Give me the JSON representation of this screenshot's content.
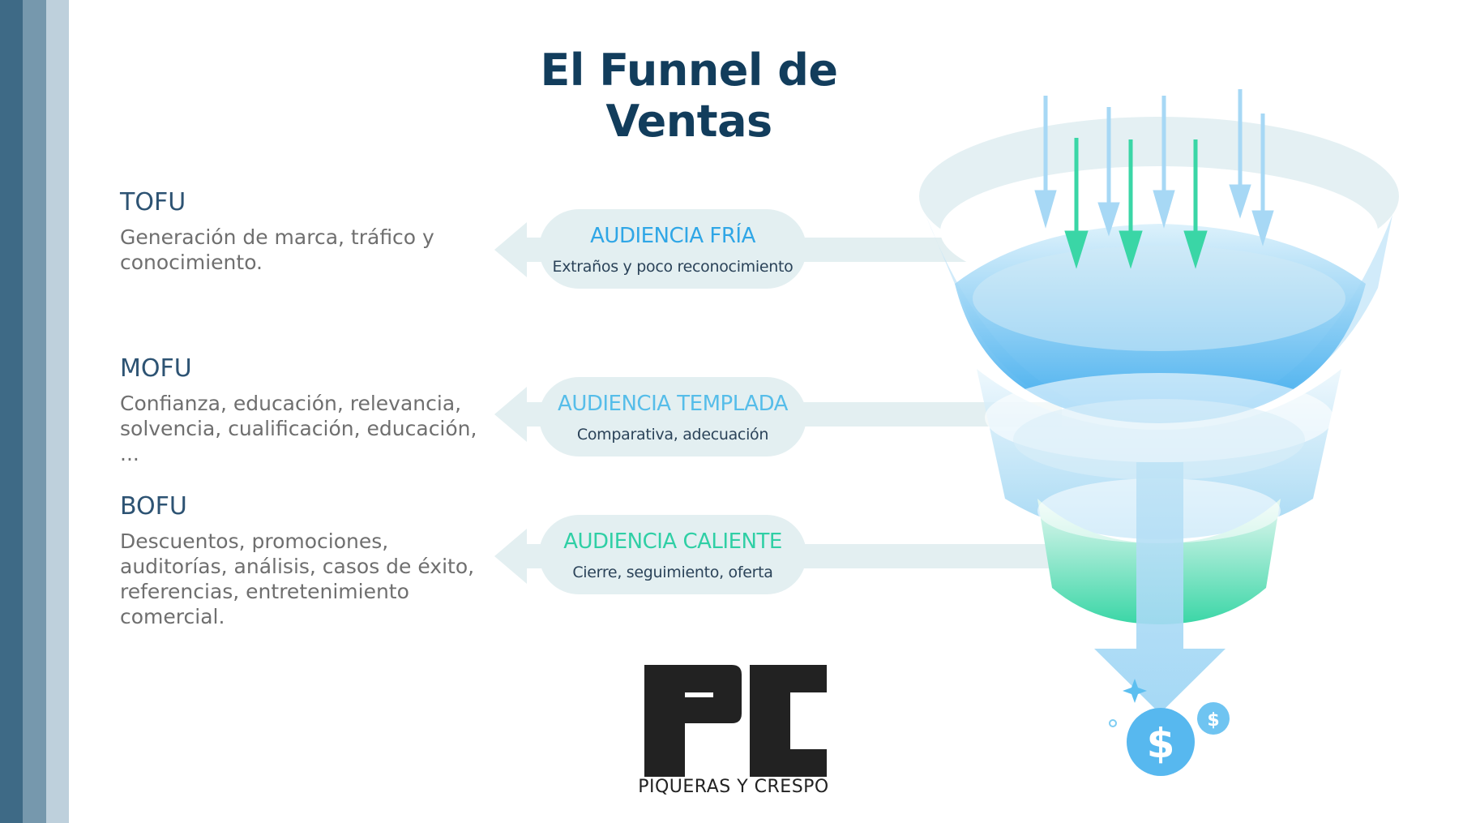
{
  "title": "El Funnel de Ventas",
  "stages": [
    {
      "name": "TOFU",
      "description": "Generación de marca, tráfico y conocimiento.",
      "audience": "AUDIENCIA FRÍA",
      "audience_sub": "Extraños y poco reconocimiento",
      "audience_color": "#2fa6e6"
    },
    {
      "name": "MOFU",
      "description": "Confianza, educación, relevancia, solvencia, cualificación, educación, ...",
      "audience": "AUDIENCIA TEMPLADA",
      "audience_sub": "Comparativa, adecuación",
      "audience_color": "#56bde9"
    },
    {
      "name": "BOFU",
      "description": "Descuentos, promociones, auditorías, análisis, casos de éxito, referencias, entretenimiento comercial.",
      "audience": "AUDIENCIA CALIENTE",
      "audience_sub": "Cierre, seguimiento, oferta",
      "audience_color": "#2fcfa5"
    }
  ],
  "logo": {
    "mark": "PC",
    "text": "PIQUERAS Y CRESPO"
  },
  "coin_symbol": "$",
  "colors": {
    "stripe_dark": "#3e6a86",
    "stripe_mid": "#7698ad",
    "stripe_light": "#bed0dc",
    "title": "#123d5c",
    "funnel_blue": "#2ba3ec",
    "funnel_green": "#3ad6a6",
    "arrow_band": "#e3eff1"
  }
}
